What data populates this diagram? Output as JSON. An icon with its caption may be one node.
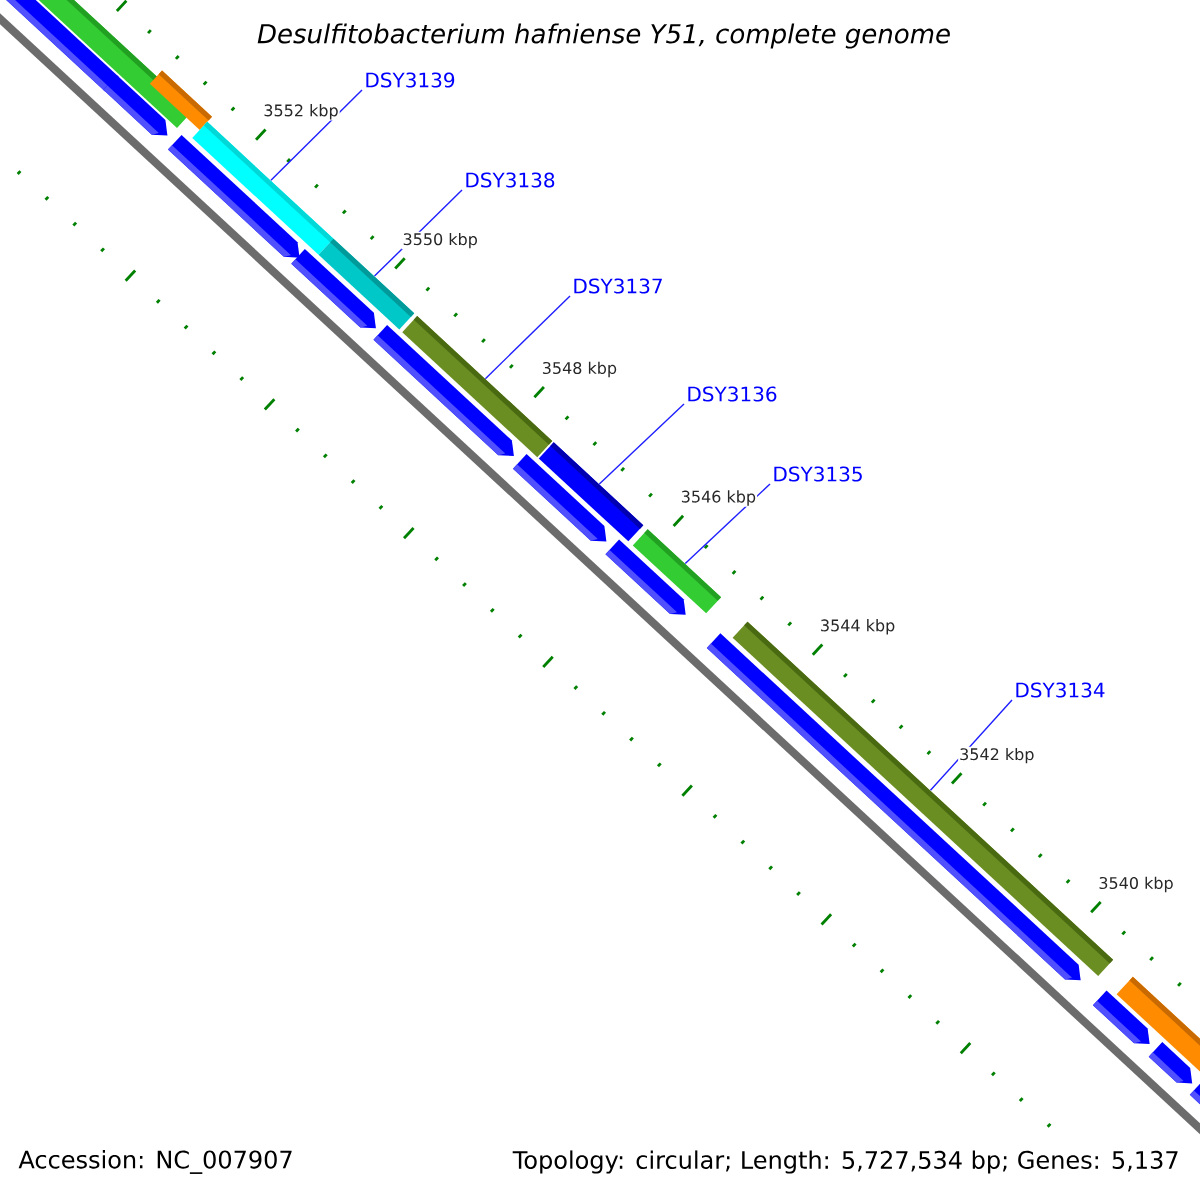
{
  "diagram": {
    "title": "Desulfitobacterium hafniense Y51, complete genome",
    "nodes": [
      {
        "text": [
          "DSY3139"
        ]
      },
      {
        "text": [
          "DSY3138"
        ]
      },
      {
        "text": [
          "DSY3137"
        ]
      },
      {
        "text": [
          "DSY3136"
        ]
      },
      {
        "text": [
          "DSY3135"
        ]
      },
      {
        "text": [
          "DSY3134"
        ]
      },
      {
        "text": [],
        "shape": "bar"
      },
      {
        "text": [],
        "shape": "bar"
      },
      {
        "text": [],
        "shape": "bar"
      },
      {
        "text": [],
        "shape": "bar"
      },
      {
        "text": [],
        "shape": "bar"
      },
      {
        "text": [],
        "shape": "bar"
      }
    ],
    "edges": [
      {
        "from": 0,
        "to": 6,
        "arrow": "none"
      },
      {
        "from": 1,
        "to": 7,
        "arrow": "none"
      },
      {
        "from": 2,
        "to": 8,
        "arrow": "none"
      },
      {
        "from": 3,
        "to": 9,
        "arrow": "none"
      },
      {
        "from": 4,
        "to": 10,
        "arrow": "none"
      },
      {
        "from": 5,
        "to": 11,
        "arrow": "none"
      }
    ],
    "labels": [
      "3552 kbp",
      "3550 kbp",
      "3548 kbp",
      "3546 kbp",
      "3544 kbp",
      "3542 kbp",
      "3540 kbp",
      "Accession: NC_007907",
      "Topology: circular; Length: 5,727,534 bp; Genes: 5,137"
    ]
  }
}
